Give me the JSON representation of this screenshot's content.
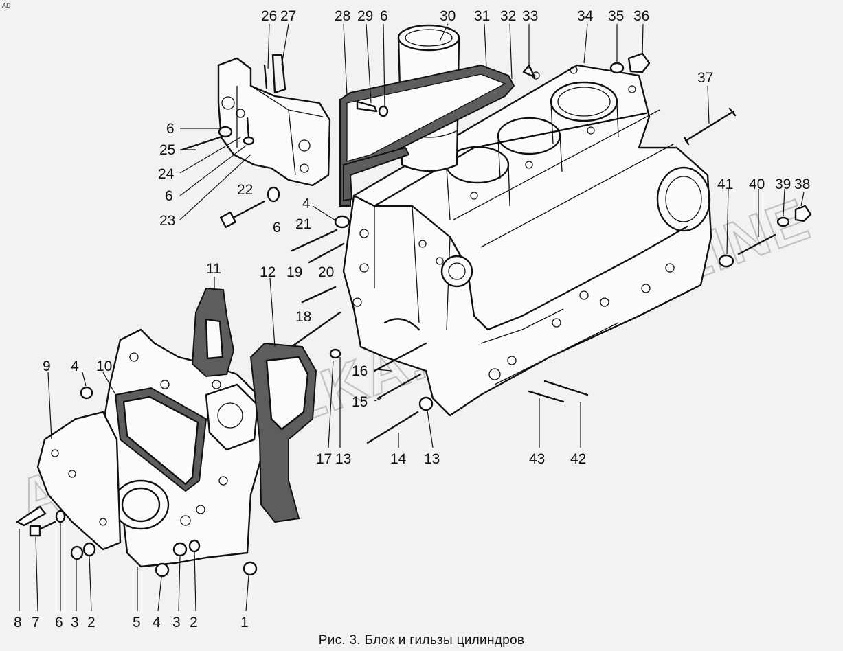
{
  "corner_code": "AD",
  "caption": "Рис. 3. Блок и гильзы цилиндров",
  "watermark": "AVTOSPAZKA.ACAT.ONLINE",
  "part_labels": [
    {
      "text": "26"
    },
    {
      "text": "27"
    },
    {
      "text": "28"
    },
    {
      "text": "29"
    },
    {
      "text": "6"
    },
    {
      "text": "30"
    },
    {
      "text": "31"
    },
    {
      "text": "32"
    },
    {
      "text": "33"
    },
    {
      "text": "34"
    },
    {
      "text": "35"
    },
    {
      "text": "36"
    },
    {
      "text": "37"
    },
    {
      "text": "6"
    },
    {
      "text": "25"
    },
    {
      "text": "24"
    },
    {
      "text": "6"
    },
    {
      "text": "23"
    },
    {
      "text": "22"
    },
    {
      "text": "6"
    },
    {
      "text": "4"
    },
    {
      "text": "21"
    },
    {
      "text": "20"
    },
    {
      "text": "19"
    },
    {
      "text": "41"
    },
    {
      "text": "40"
    },
    {
      "text": "39"
    },
    {
      "text": "38"
    },
    {
      "text": "11"
    },
    {
      "text": "12"
    },
    {
      "text": "18"
    },
    {
      "text": "9"
    },
    {
      "text": "4"
    },
    {
      "text": "10"
    },
    {
      "text": "16"
    },
    {
      "text": "15"
    },
    {
      "text": "17"
    },
    {
      "text": "13"
    },
    {
      "text": "14"
    },
    {
      "text": "13"
    },
    {
      "text": "43"
    },
    {
      "text": "42"
    },
    {
      "text": "8"
    },
    {
      "text": "7"
    },
    {
      "text": "6"
    },
    {
      "text": "3"
    },
    {
      "text": "2"
    },
    {
      "text": "5"
    },
    {
      "text": "4"
    },
    {
      "text": "3"
    },
    {
      "text": "2"
    },
    {
      "text": "1"
    }
  ]
}
